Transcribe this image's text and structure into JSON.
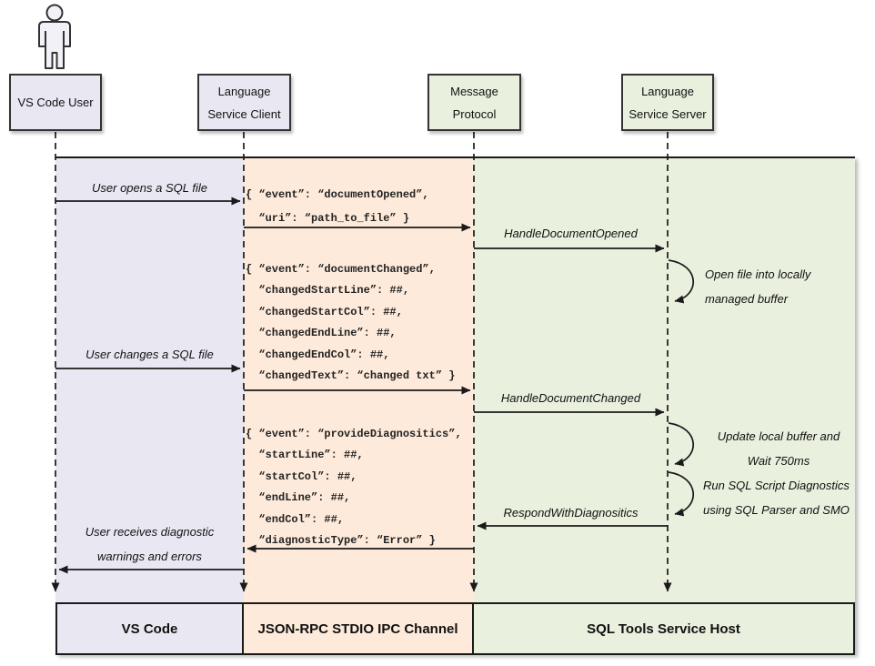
{
  "colors": {
    "lavender": "#e9e8f2",
    "peach": "#fdeada",
    "green": "#e9f0de",
    "line": "#1a1a1a"
  },
  "actors": {
    "user": {
      "label": "VS Code User"
    },
    "client": {
      "line1": "Language",
      "line2": "Service Client"
    },
    "protocol": {
      "line1": "Message",
      "line2": "Protocol"
    },
    "server": {
      "line1": "Language",
      "line2": "Service Server"
    }
  },
  "messages": {
    "open_file": "User opens a SQL file",
    "handle_document_opened": "HandleDocumentOpened",
    "open_buffer": {
      "line1": "Open file into locally",
      "line2": "managed buffer"
    },
    "change_file": "User changes a SQL file",
    "handle_document_changed": "HandleDocumentChanged",
    "update_buffer": {
      "line1": "Update local buffer and",
      "line2": "Wait 750ms"
    },
    "run_diagnostics": {
      "line1": "Run SQL Script Diagnostics",
      "line2": "using SQL Parser and SMO"
    },
    "respond_with_diagnostics": "RespondWithDiagnositics",
    "receive_diagnostics": {
      "line1": "User receives diagnostic",
      "line2": "warnings and errors"
    }
  },
  "json_blocks": {
    "document_opened": {
      "lines": [
        "{ “event”: “documentOpened”,",
        "  “uri”: “path_to_file” }"
      ]
    },
    "document_changed": {
      "lines": [
        "{ “event”: “documentChanged”,",
        "  “changedStartLine”: ##,",
        "  “changedStartCol”: ##,",
        "  “changedEndLine”: ##,",
        "  “changedEndCol”: ##,",
        "  “changedText”: “changed txt” }"
      ]
    },
    "provide_diagnostics": {
      "lines": [
        "{ “event”: “provideDiagnositics”,",
        "  “startLine”: ##,",
        "  “startCol”: ##,",
        "  “endLine”: ##,",
        "  “endCol”: ##,",
        "  “diagnosticType”: “Error” }"
      ]
    }
  },
  "footers": {
    "vscode": "VS Code",
    "jsonrpc": "JSON-RPC STDIO IPC Channel",
    "sqltools": "SQL Tools Service Host"
  }
}
